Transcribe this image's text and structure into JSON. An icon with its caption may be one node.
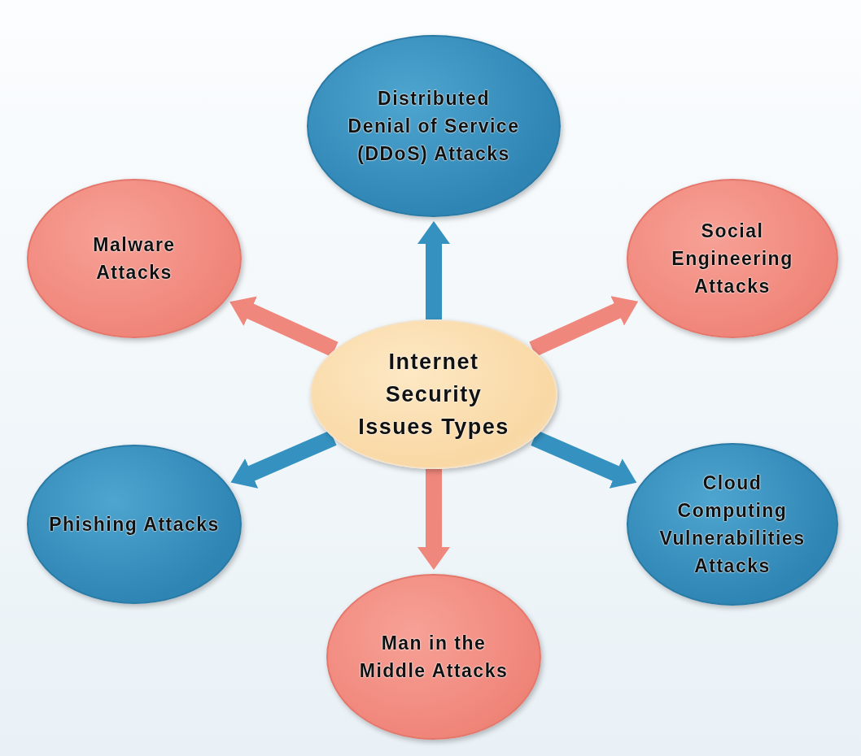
{
  "diagram": {
    "nodes": [
      {
        "text": [
          "Internet Security Issues Types"
        ]
      },
      {
        "text": [
          "Distributed Denial of Service (DDoS) Attacks"
        ]
      },
      {
        "text": [
          "Malware Attacks"
        ]
      },
      {
        "text": [
          "Social Engineering Attacks"
        ]
      },
      {
        "text": [
          "Phishing Attacks"
        ]
      },
      {
        "text": [
          "Cloud Computing Vulnerabilities Attacks"
        ]
      },
      {
        "text": [
          "Man in the Middle Attacks"
        ]
      }
    ],
    "edges": [
      {
        "from": 0,
        "to": 1,
        "arrow": "to",
        "color": "#3592c0"
      },
      {
        "from": 0,
        "to": 2,
        "arrow": "to",
        "color": "#f0877c"
      },
      {
        "from": 0,
        "to": 3,
        "arrow": "to",
        "color": "#f0877c"
      },
      {
        "from": 0,
        "to": 4,
        "arrow": "to",
        "color": "#3592c0"
      },
      {
        "from": 0,
        "to": 5,
        "arrow": "to",
        "color": "#3592c0"
      },
      {
        "from": 0,
        "to": 6,
        "arrow": "to",
        "color": "#f0877c"
      }
    ]
  }
}
